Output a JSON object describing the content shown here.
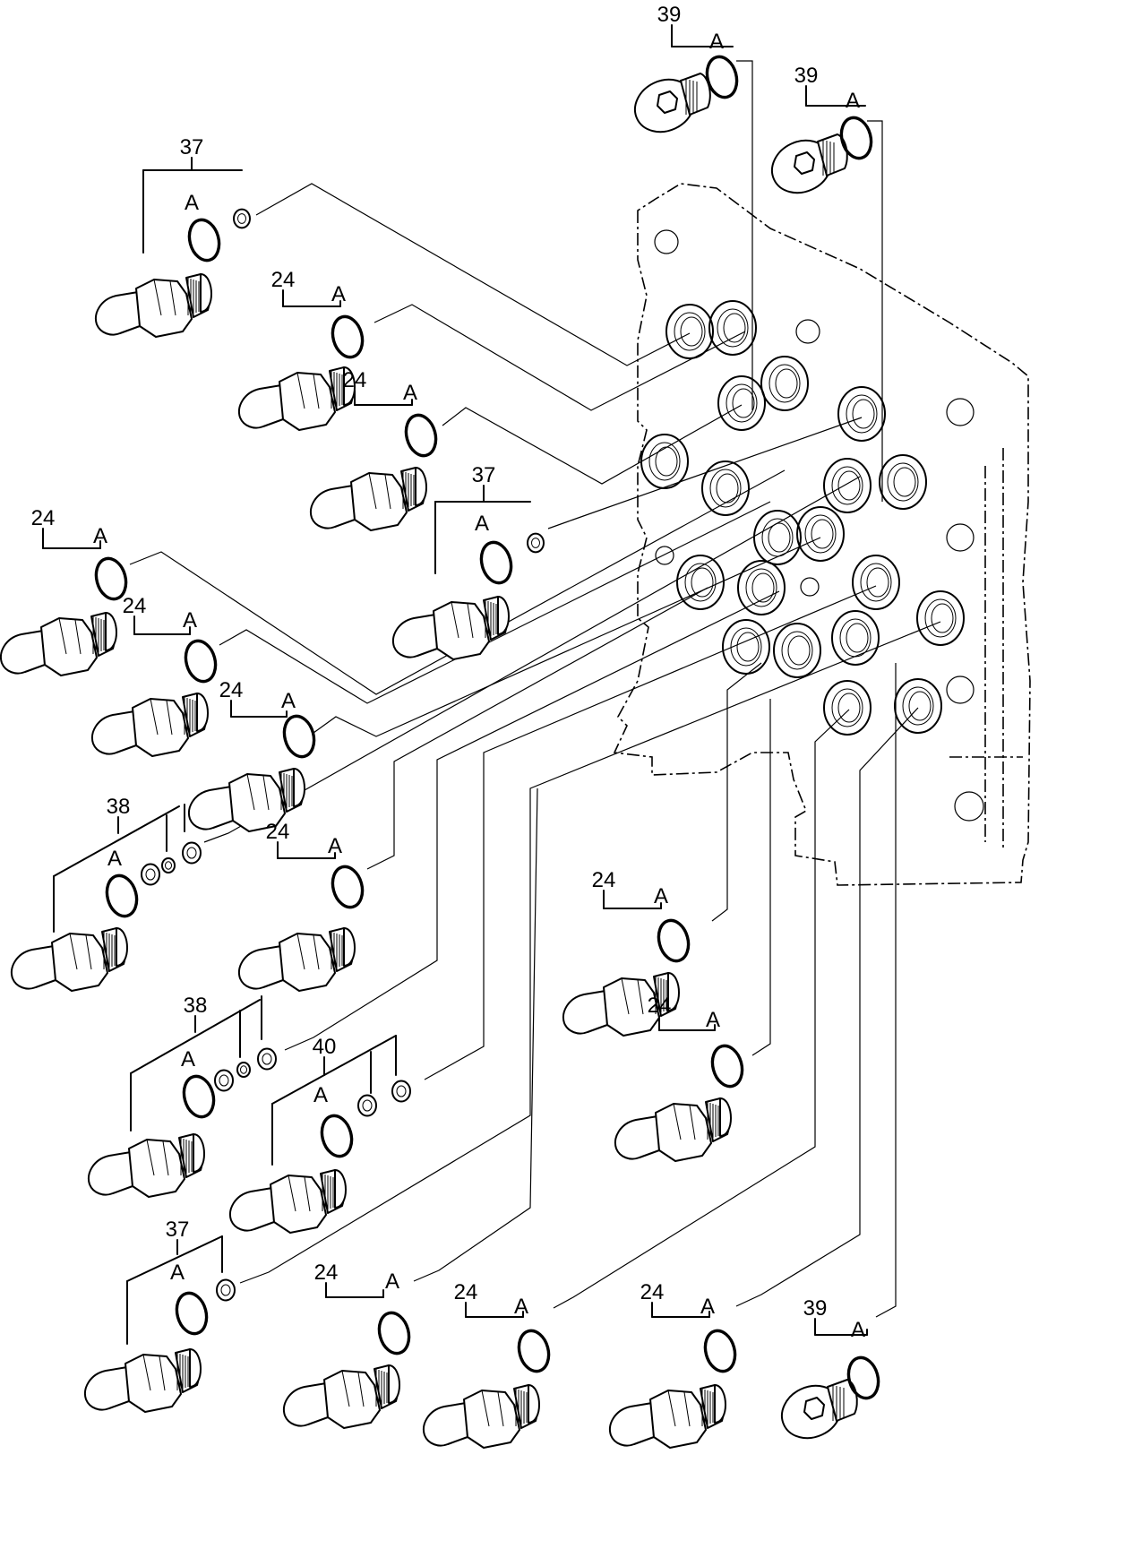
{
  "parts": [
    {
      "ref": "39",
      "sub": "A"
    },
    {
      "ref": "39",
      "sub": "A"
    },
    {
      "ref": "37",
      "sub": "A"
    },
    {
      "ref": "24",
      "sub": "A"
    },
    {
      "ref": "24",
      "sub": "A"
    },
    {
      "ref": "37",
      "sub": "A"
    },
    {
      "ref": "24",
      "sub": "A"
    },
    {
      "ref": "24",
      "sub": "A"
    },
    {
      "ref": "24",
      "sub": "A"
    },
    {
      "ref": "38",
      "sub": "A"
    },
    {
      "ref": "24",
      "sub": "A"
    },
    {
      "ref": "24",
      "sub": "A"
    },
    {
      "ref": "24",
      "sub": "A"
    },
    {
      "ref": "38",
      "sub": "A"
    },
    {
      "ref": "40",
      "sub": "A"
    },
    {
      "ref": "37",
      "sub": "A"
    },
    {
      "ref": "24",
      "sub": "A"
    },
    {
      "ref": "24",
      "sub": "A"
    },
    {
      "ref": "24",
      "sub": "A"
    },
    {
      "ref": "39",
      "sub": "A"
    }
  ]
}
